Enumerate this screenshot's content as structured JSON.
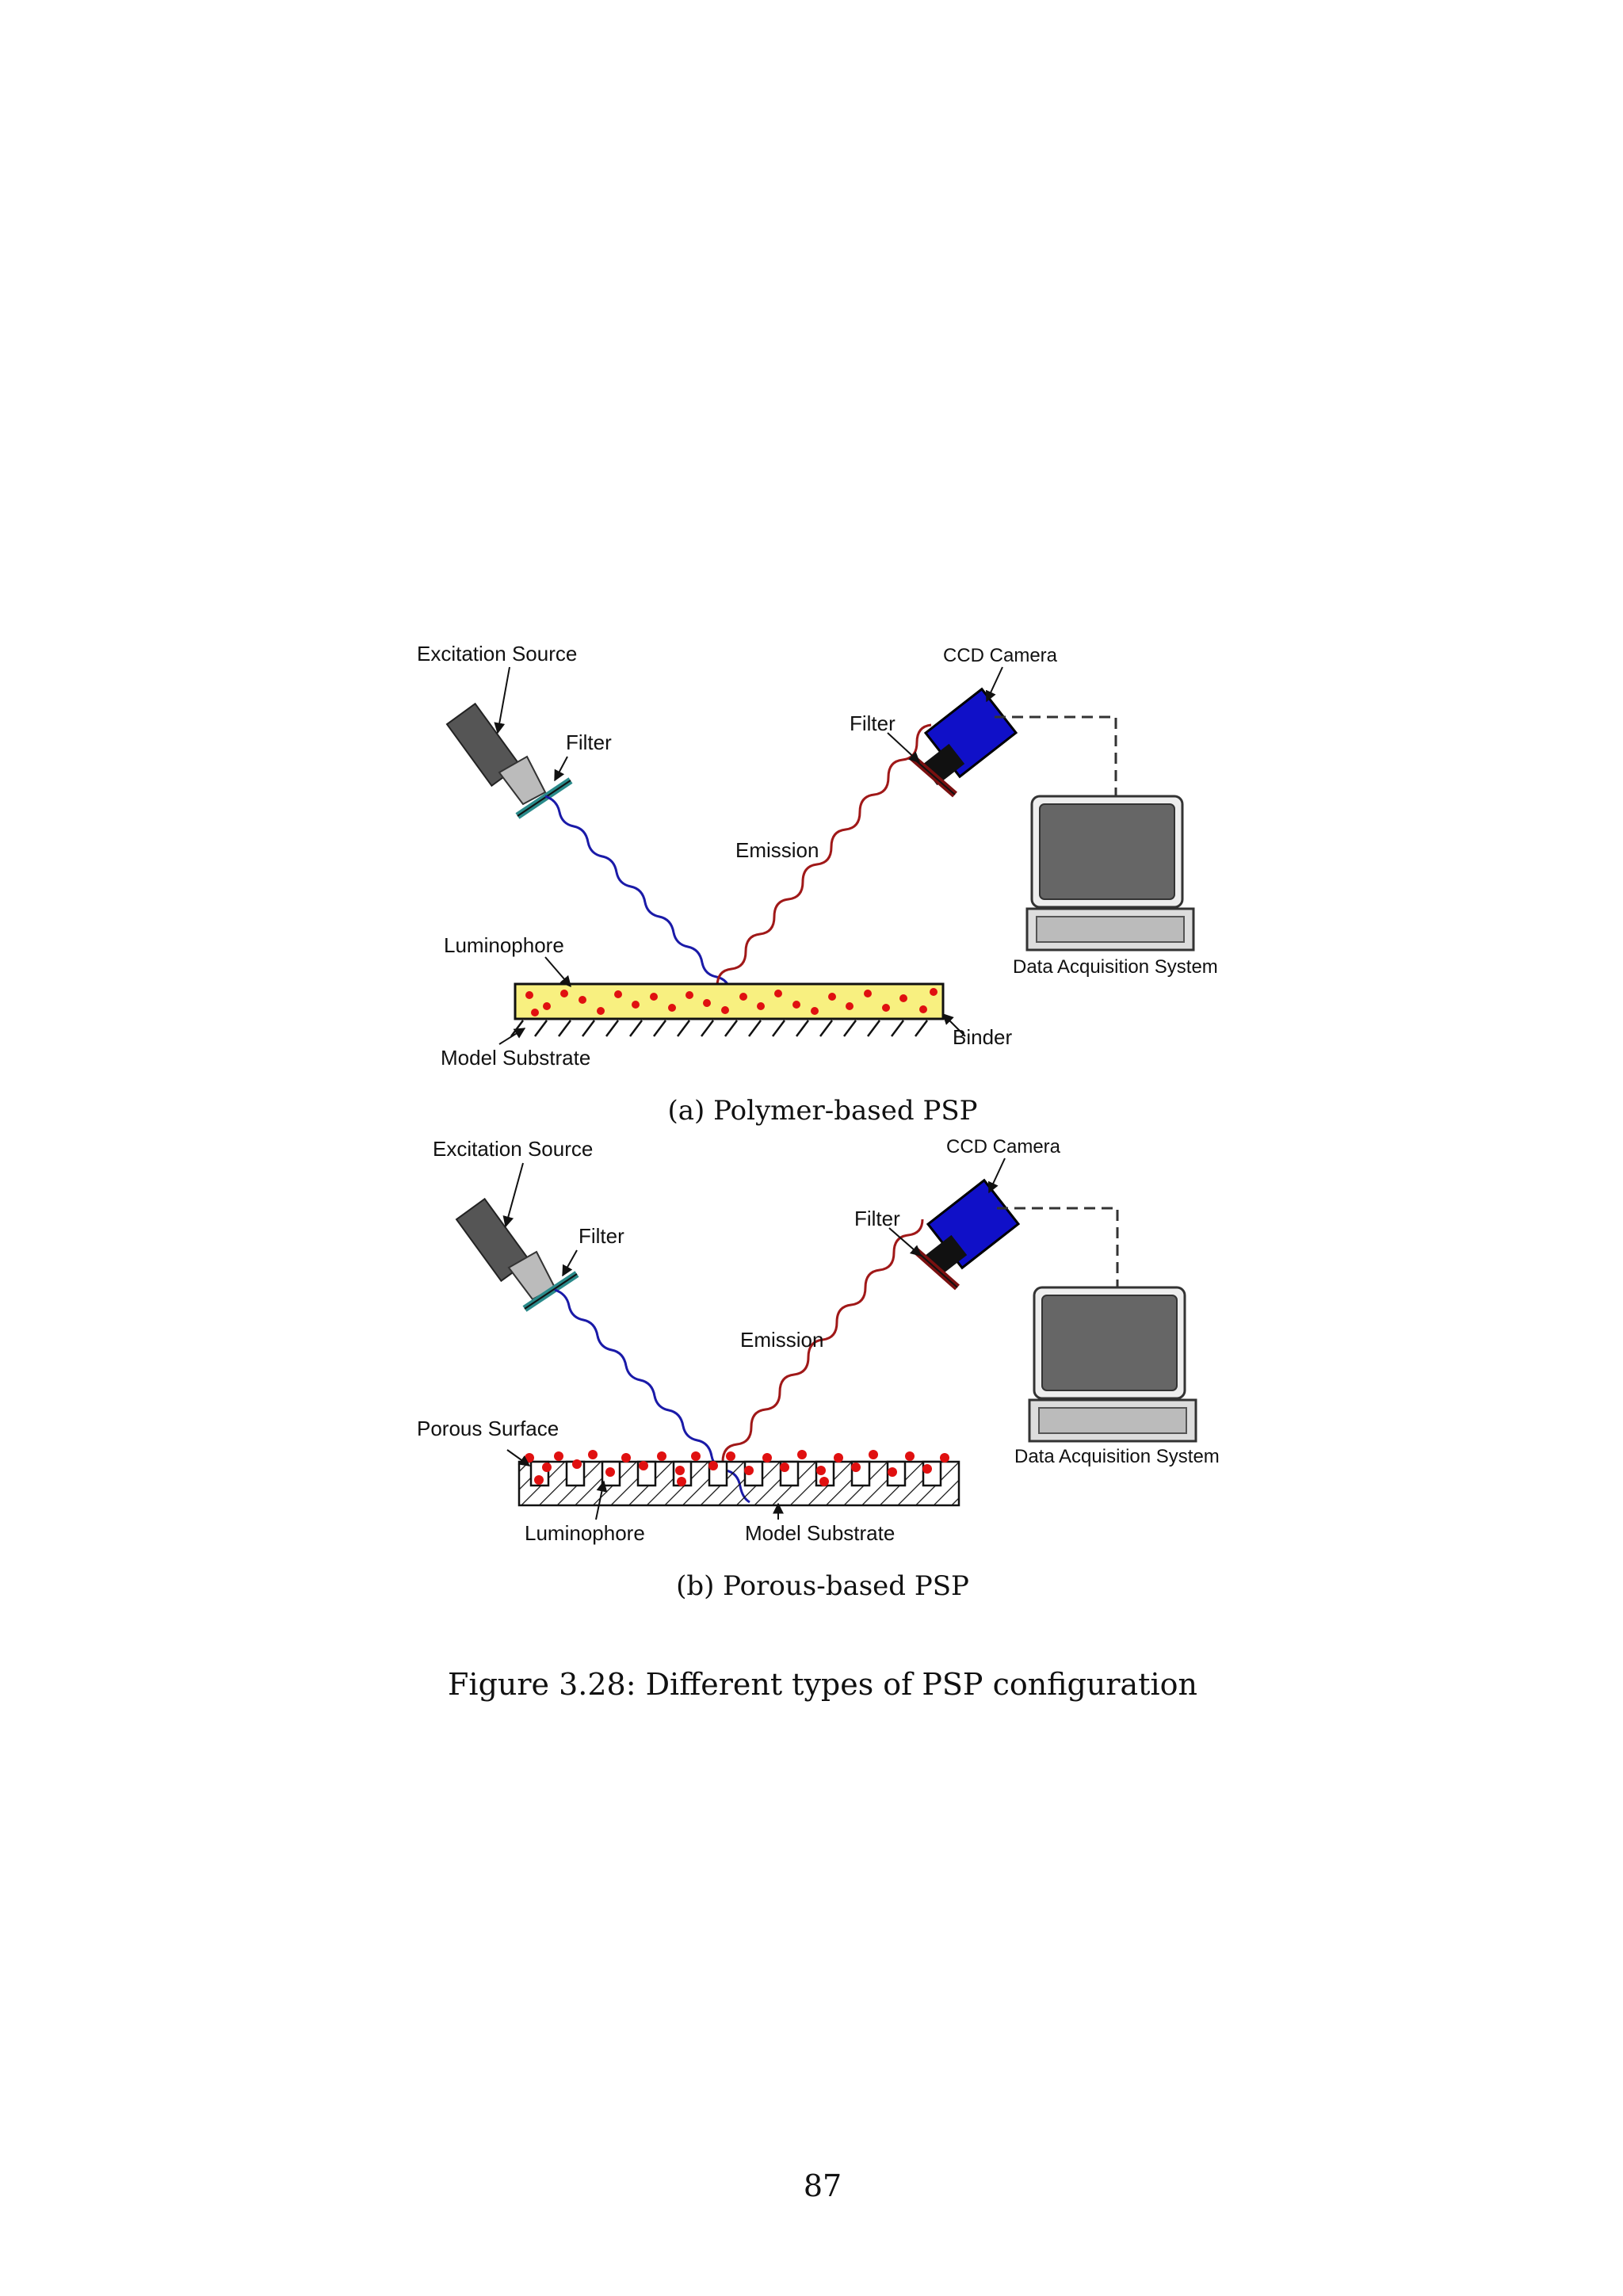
{
  "subfigure_a": {
    "excitation_source": "Excitation Source",
    "filter_left": "Filter",
    "ccd_camera": "CCD Camera",
    "filter_right": "Filter",
    "emission": "Emission",
    "luminophore": "Luminophore",
    "data_acquisition": "Data Acquisition System",
    "binder": "Binder",
    "model_substrate": "Model Substrate",
    "caption": "(a) Polymer-based PSP"
  },
  "subfigure_b": {
    "excitation_source": "Excitation Source",
    "filter_left": "Filter",
    "ccd_camera": "CCD Camera",
    "filter_right": "Filter",
    "emission": "Emission",
    "porous_surface": "Porous Surface",
    "data_acquisition": "Data Acquisition System",
    "luminophore": "Luminophore",
    "model_substrate": "Model Substrate",
    "caption": "(b) Porous-based PSP"
  },
  "figure_caption": "Figure 3.28: Different types of PSP configuration",
  "page_number": "87",
  "colors": {
    "excitation_light": "#1a1aa8",
    "emission_light": "#a01818",
    "camera": "#1010c8",
    "luminophore_dots": "#e01010",
    "binder_fill": "#f8f080",
    "filter_left": "#2a8a8a",
    "filter_right": "#7a1010"
  }
}
